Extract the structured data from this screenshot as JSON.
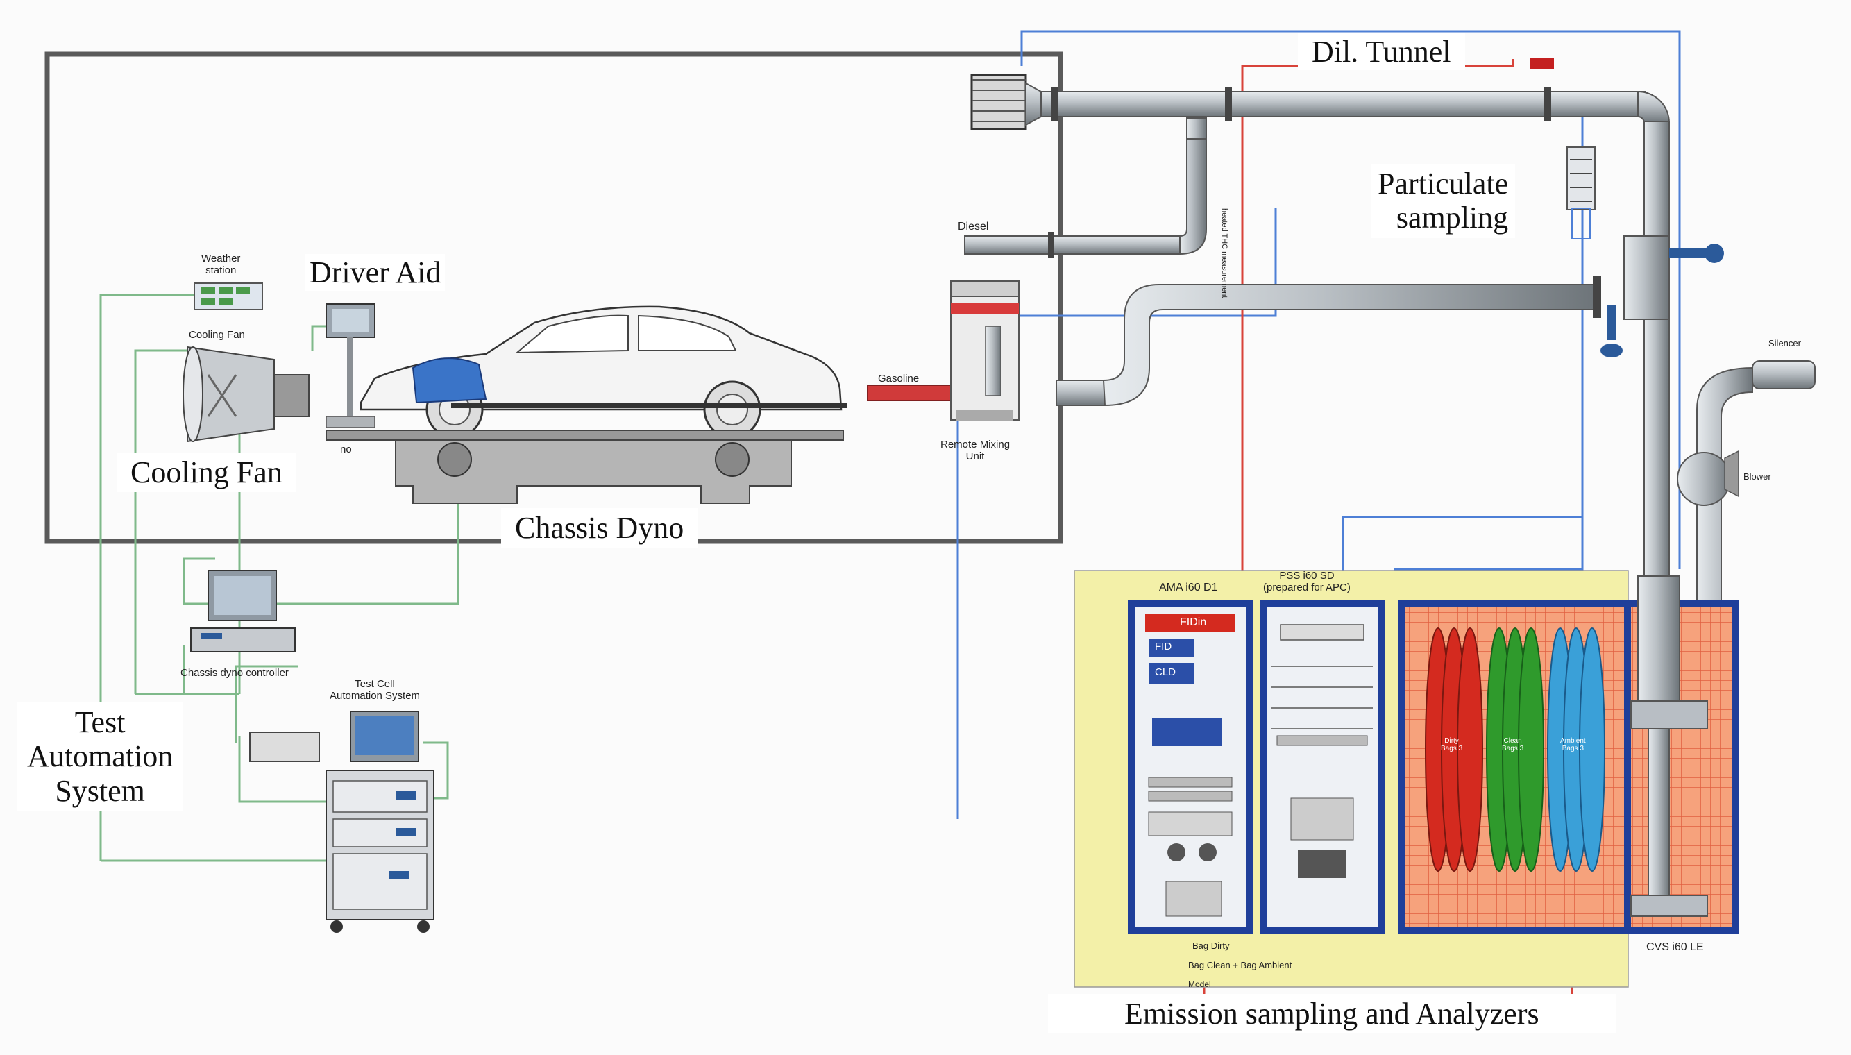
{
  "labels": {
    "dil_tunnel": "Dil. Tunnel",
    "particulate_sampling": [
      "Particulate",
      "sampling"
    ],
    "driver_aid": "Driver Aid",
    "cooling_fan": "Cooling Fan",
    "chassis_dyno": "Chassis Dyno",
    "test_automation_system": [
      "Test",
      "Automation",
      "System"
    ],
    "emission_sampling": "Emission sampling and Analyzers"
  },
  "small_labels": {
    "weather_station": [
      "Weather",
      "station"
    ],
    "cooling_fan_small": "Cooling Fan",
    "diesel": "Diesel",
    "gasoline": "Gasoline",
    "remote_mixing_unit": [
      "Remote Mixing",
      "Unit"
    ],
    "heated_thc": "heated THC measurement",
    "chassis_dyno_controller": "Chassis dyno controller",
    "test_cell_automation": [
      "Test Cell",
      "Automation System"
    ],
    "silencer": "Silencer",
    "blower": "Blower",
    "ama": "AMA i60 D1",
    "pss": [
      "PSS i60 SD",
      "(prepared for APC)"
    ],
    "cvs": "CVS i60 LE",
    "bag_dirty": "Bag Dirty",
    "bag_clean_ambient": "Bag Clean + Bag Ambient",
    "model": "Model",
    "no": "no",
    "fid_in": "FIDin",
    "fid": "FID",
    "cld": "CLD",
    "bags_dirty": [
      "Dirty",
      "Bags 3"
    ],
    "bags_clean": [
      "Clean",
      "Bags 3"
    ],
    "bags_ambient": [
      "Ambient",
      "Bags 3"
    ]
  },
  "colors": {
    "pipe": "#b9bfc4",
    "cabinet_blue": "#1f3f9a",
    "bag_red": "#d42a1f",
    "bag_green": "#2f9a2c",
    "bag_blue": "#3aa0d8",
    "analyzer_yellow": "#f3f0a8",
    "cvs_orange": "#f6a27c",
    "signal_green": "#7fb98a",
    "signal_blue": "#4d7fd6",
    "signal_red": "#d8433a"
  }
}
